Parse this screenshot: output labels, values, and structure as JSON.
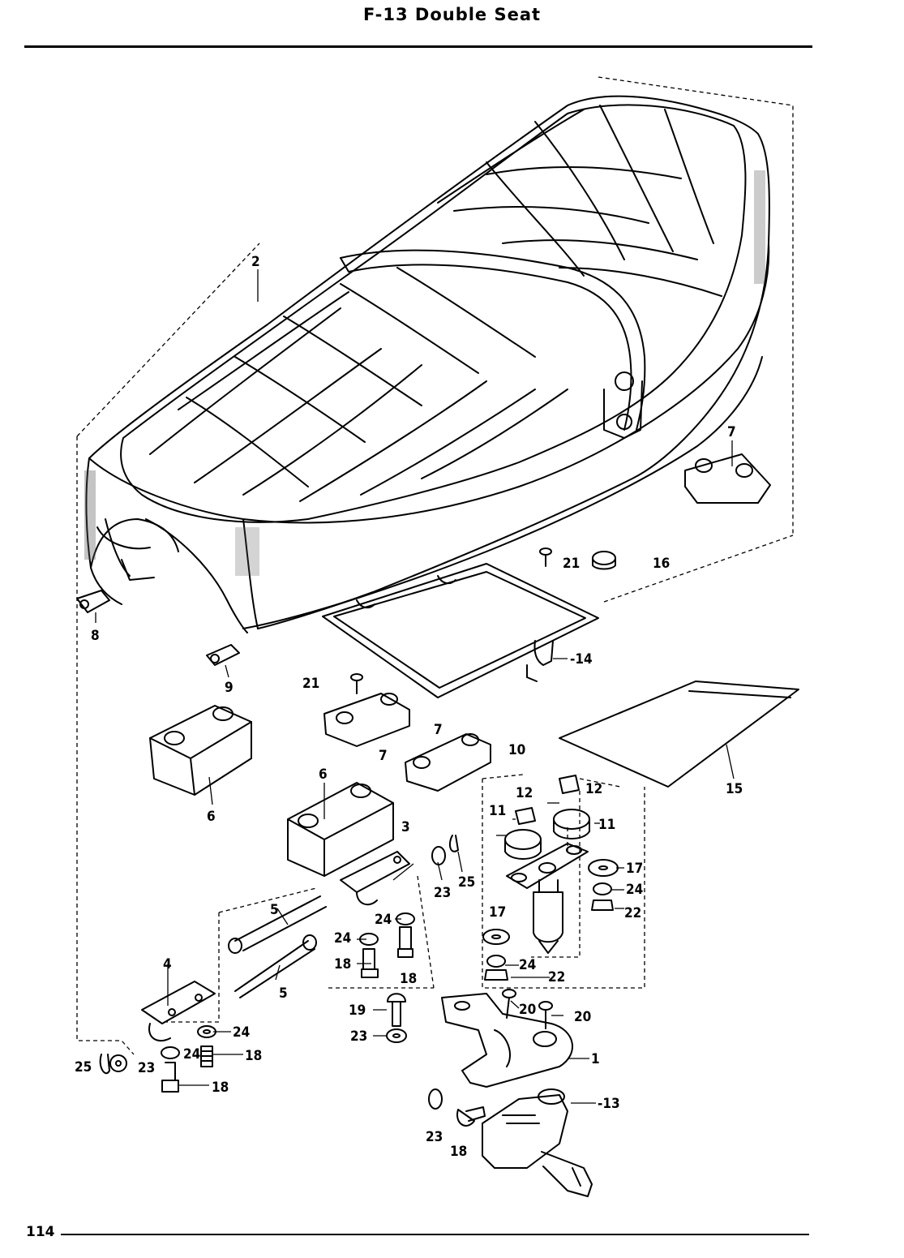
{
  "header": {
    "title": "F-13   Double Seat"
  },
  "footer": {
    "page_number": "114"
  },
  "callouts": {
    "c2": "2",
    "c7a": "7",
    "c21a": "21",
    "c16": "16",
    "c8": "8",
    "c9": "9",
    "c14": "-14",
    "c21b": "21",
    "c7b": "7",
    "c7c": "7",
    "c10": "10",
    "c15": "15",
    "c6a": "6",
    "c6b": "6",
    "c12a": "12",
    "c12b": "12",
    "c11a": "11",
    "c11b": "11",
    "c3": "3",
    "c23a": "23",
    "c25a": "25",
    "c17a": "17",
    "c24a": "24",
    "c22a": "22",
    "c5a": "5",
    "c5b": "5",
    "c24b": "24",
    "c24c": "24",
    "c18a": "18",
    "c18b": "18",
    "c17b": "17",
    "c24d": "24",
    "c22b": "22",
    "c4": "4",
    "c19": "19",
    "c23b": "23",
    "c20a": "20",
    "c20b": "20",
    "c24e": "24",
    "c24f": "24",
    "c18c": "18",
    "c1": "1",
    "c25b": "25",
    "c23c": "23",
    "c18d": "18",
    "c13": "-13",
    "c23d": "23",
    "c18e": "18"
  }
}
